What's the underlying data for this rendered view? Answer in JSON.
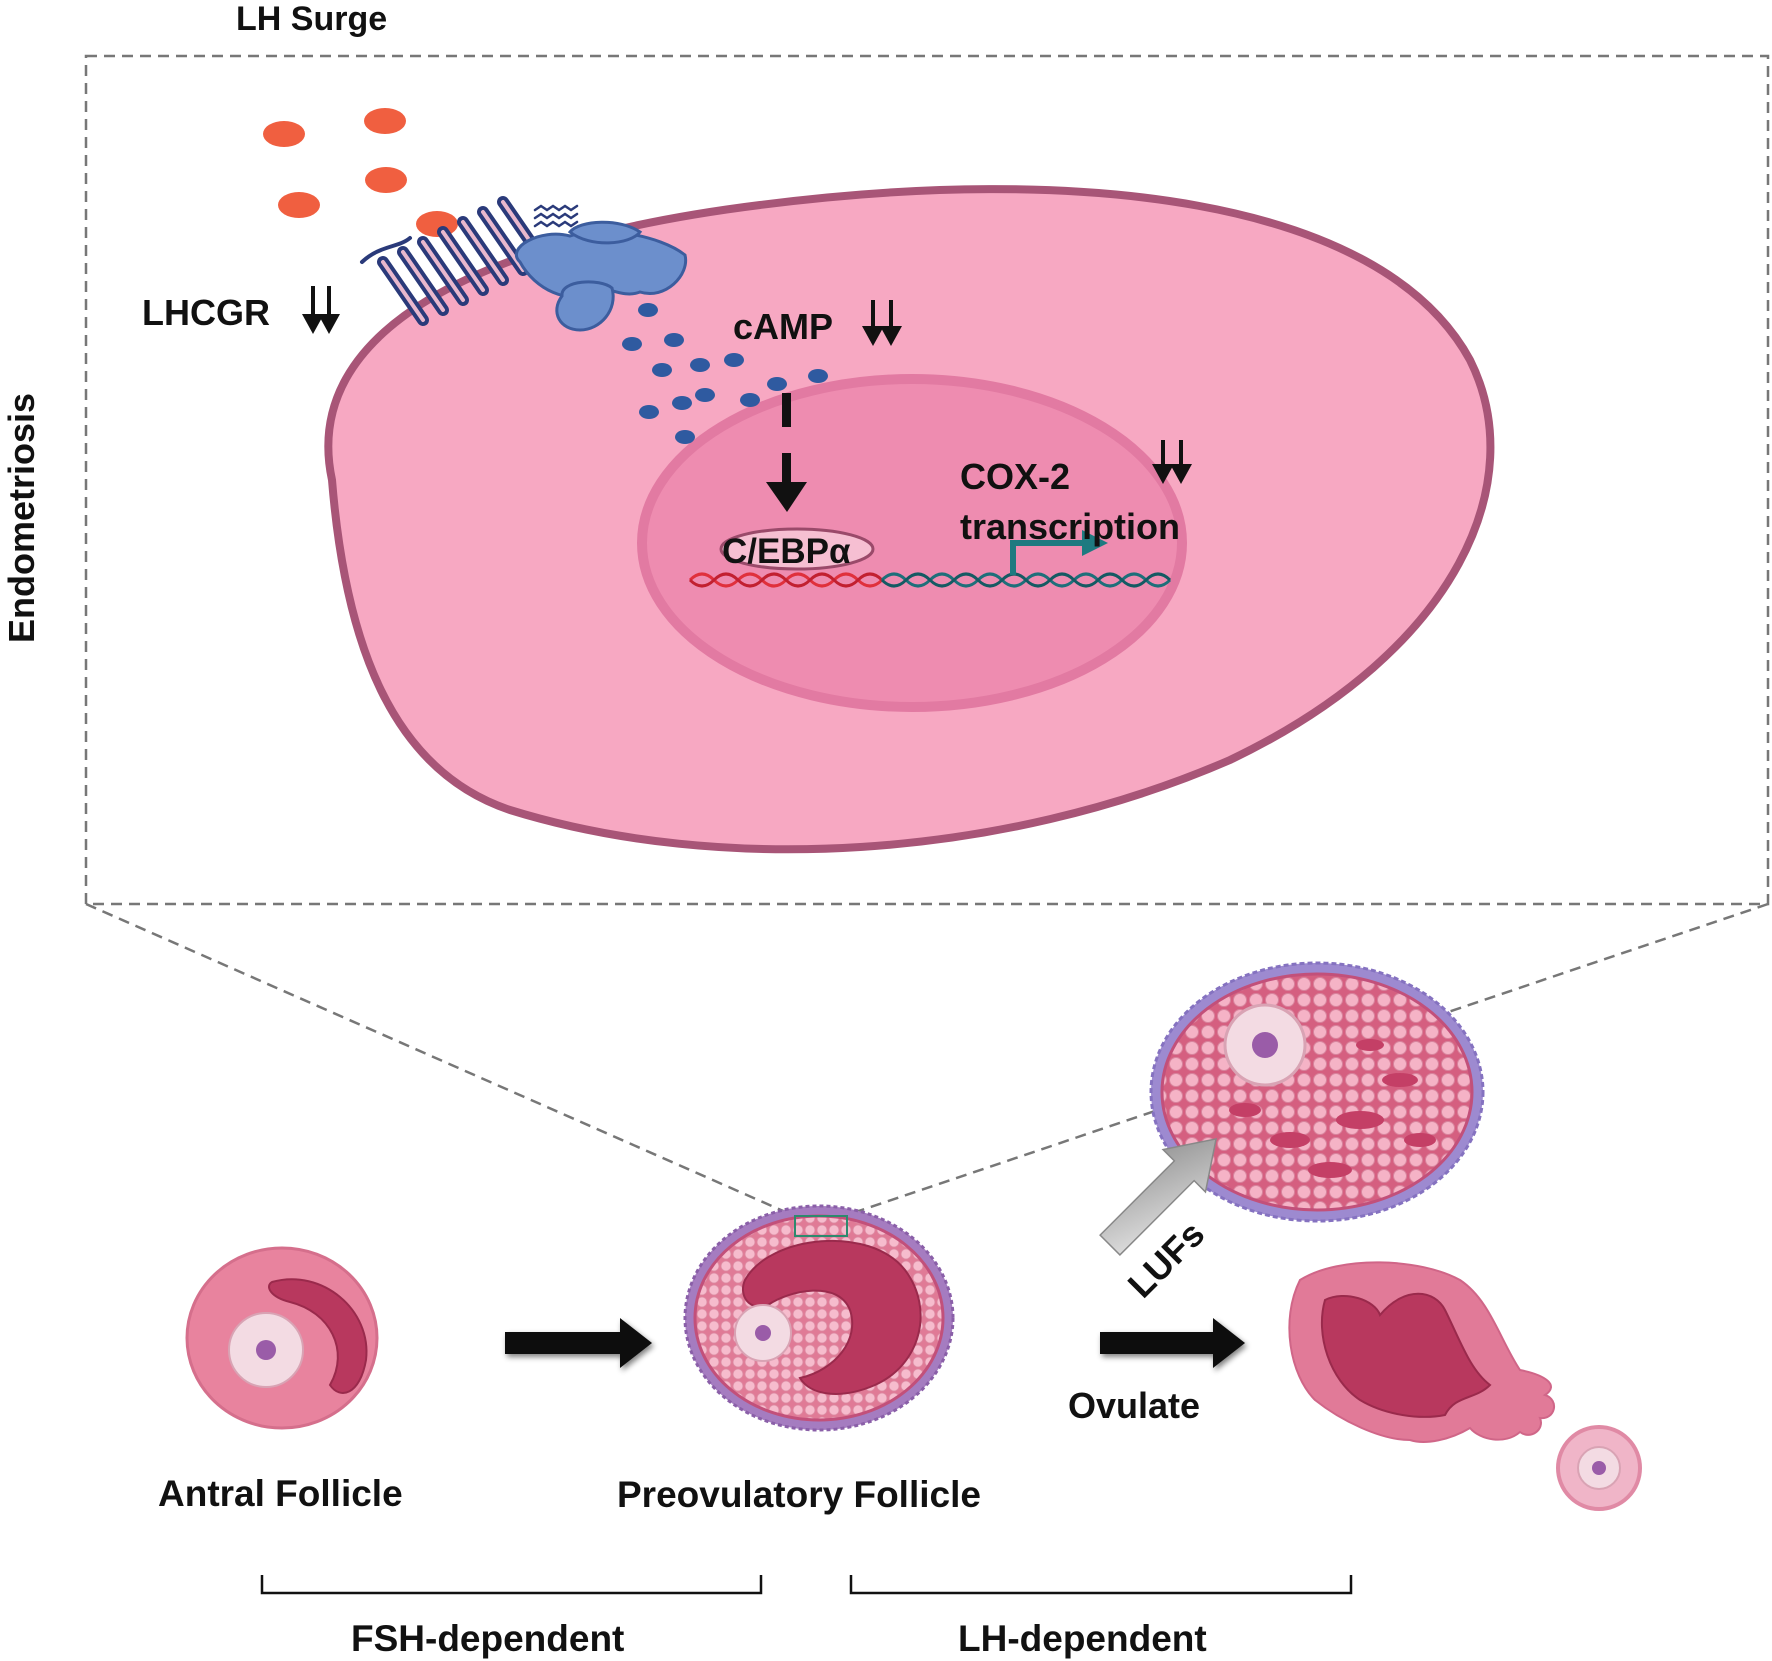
{
  "labels": {
    "lh_surge": "LH Surge",
    "endometriosis": "Endometriosis",
    "lhcgr": "LHCGR",
    "camp": "cAMP",
    "cebp": "C/EBPα",
    "cox2_line1": "COX-2",
    "cox2_line2": "transcription",
    "lufs": "LUFs",
    "ovulate": "Ovulate",
    "antral_follicle": "Antral Follicle",
    "preovulatory_follicle": "Preovulatory Follicle",
    "fsh_dependent": "FSH-dependent",
    "lh_dependent": "LH-dependent"
  },
  "colors": {
    "cell_fill": "#f7a8c2",
    "cell_border": "#a85577",
    "nucleus_fill": "#ee8cb0",
    "lh_hormone": "#f05f40",
    "receptor": "#2a3a7a",
    "g_protein": "#6c8fcc",
    "camp_dot": "#2f5aa0",
    "dna_red": "#e0303c",
    "dna_teal": "#1e6f7a",
    "follicle_dark": "#b8385e",
    "follicle_light": "#e8839e"
  }
}
